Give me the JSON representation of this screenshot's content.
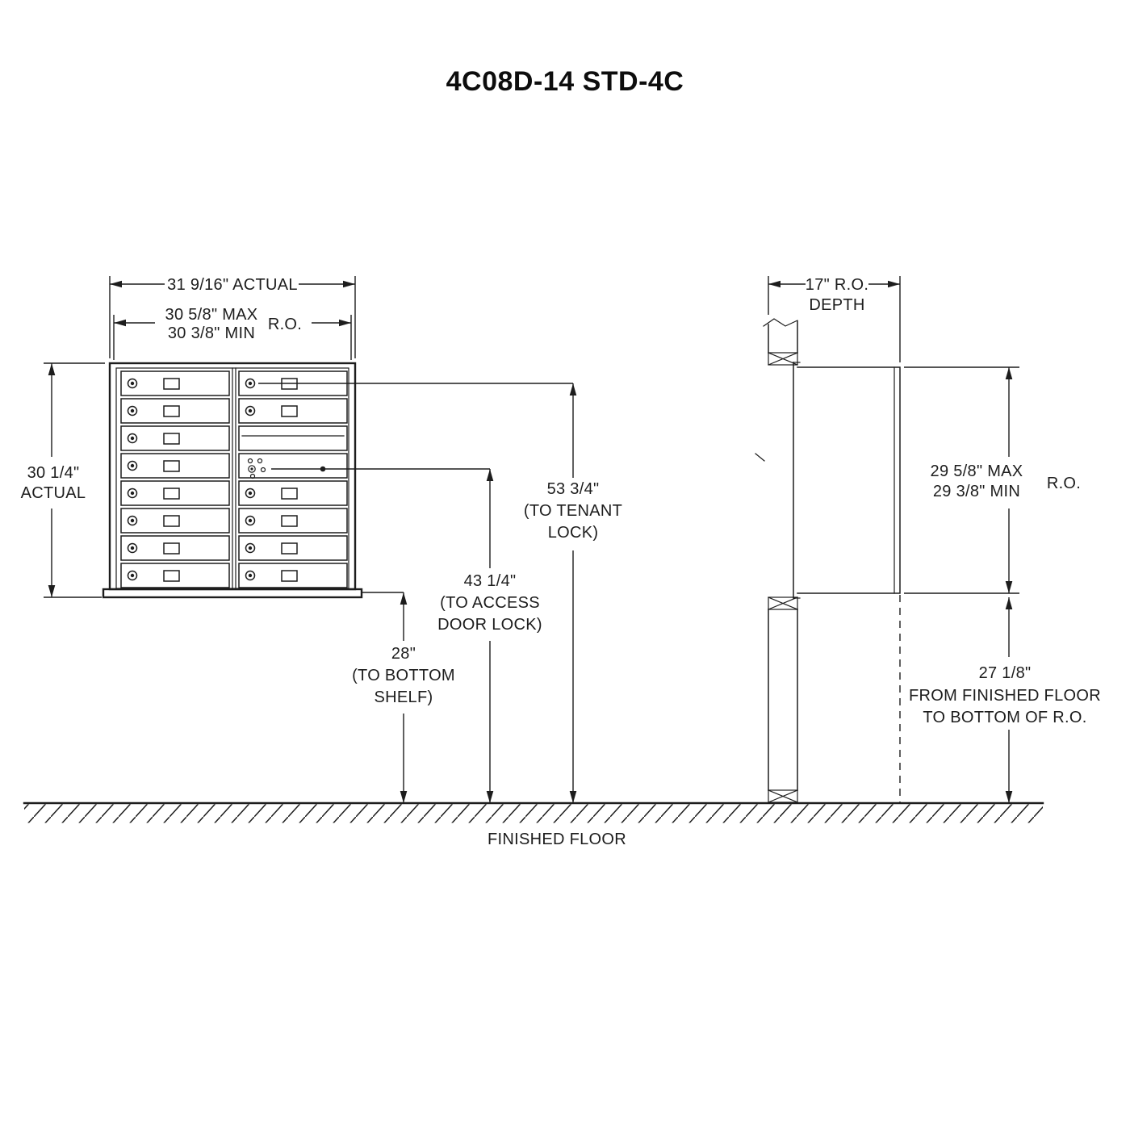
{
  "title": "4C08D-14 STD-4C",
  "front": {
    "width_actual": "31 9/16\" ACTUAL",
    "width_max": "30 5/8\" MAX",
    "width_min": "30 3/8\" MIN",
    "width_ro": "R.O.",
    "height_actual_value": "30 1/4\"",
    "height_actual_label": "ACTUAL",
    "tenant_lock": {
      "value": "53 3/4\"",
      "line2": "(TO TENANT",
      "line3": "LOCK)"
    },
    "access_lock": {
      "value": "43 1/4\"",
      "line2": "(TO ACCESS",
      "line3": "DOOR LOCK)"
    },
    "bottom_shelf": {
      "value": "28\"",
      "line2": "(TO BOTTOM",
      "line3": "SHELF)"
    }
  },
  "side": {
    "depth_value": "17\" R.O.",
    "depth_label": "DEPTH",
    "ro_height_max": "29 5/8\" MAX",
    "ro_height_min": "29 3/8\" MIN",
    "ro_label": "R.O.",
    "floor_to_ro": {
      "value": "27 1/8\"",
      "line2": "FROM FINISHED FLOOR",
      "line3": "TO BOTTOM OF R.O."
    }
  },
  "floor_label": "FINISHED FLOOR"
}
